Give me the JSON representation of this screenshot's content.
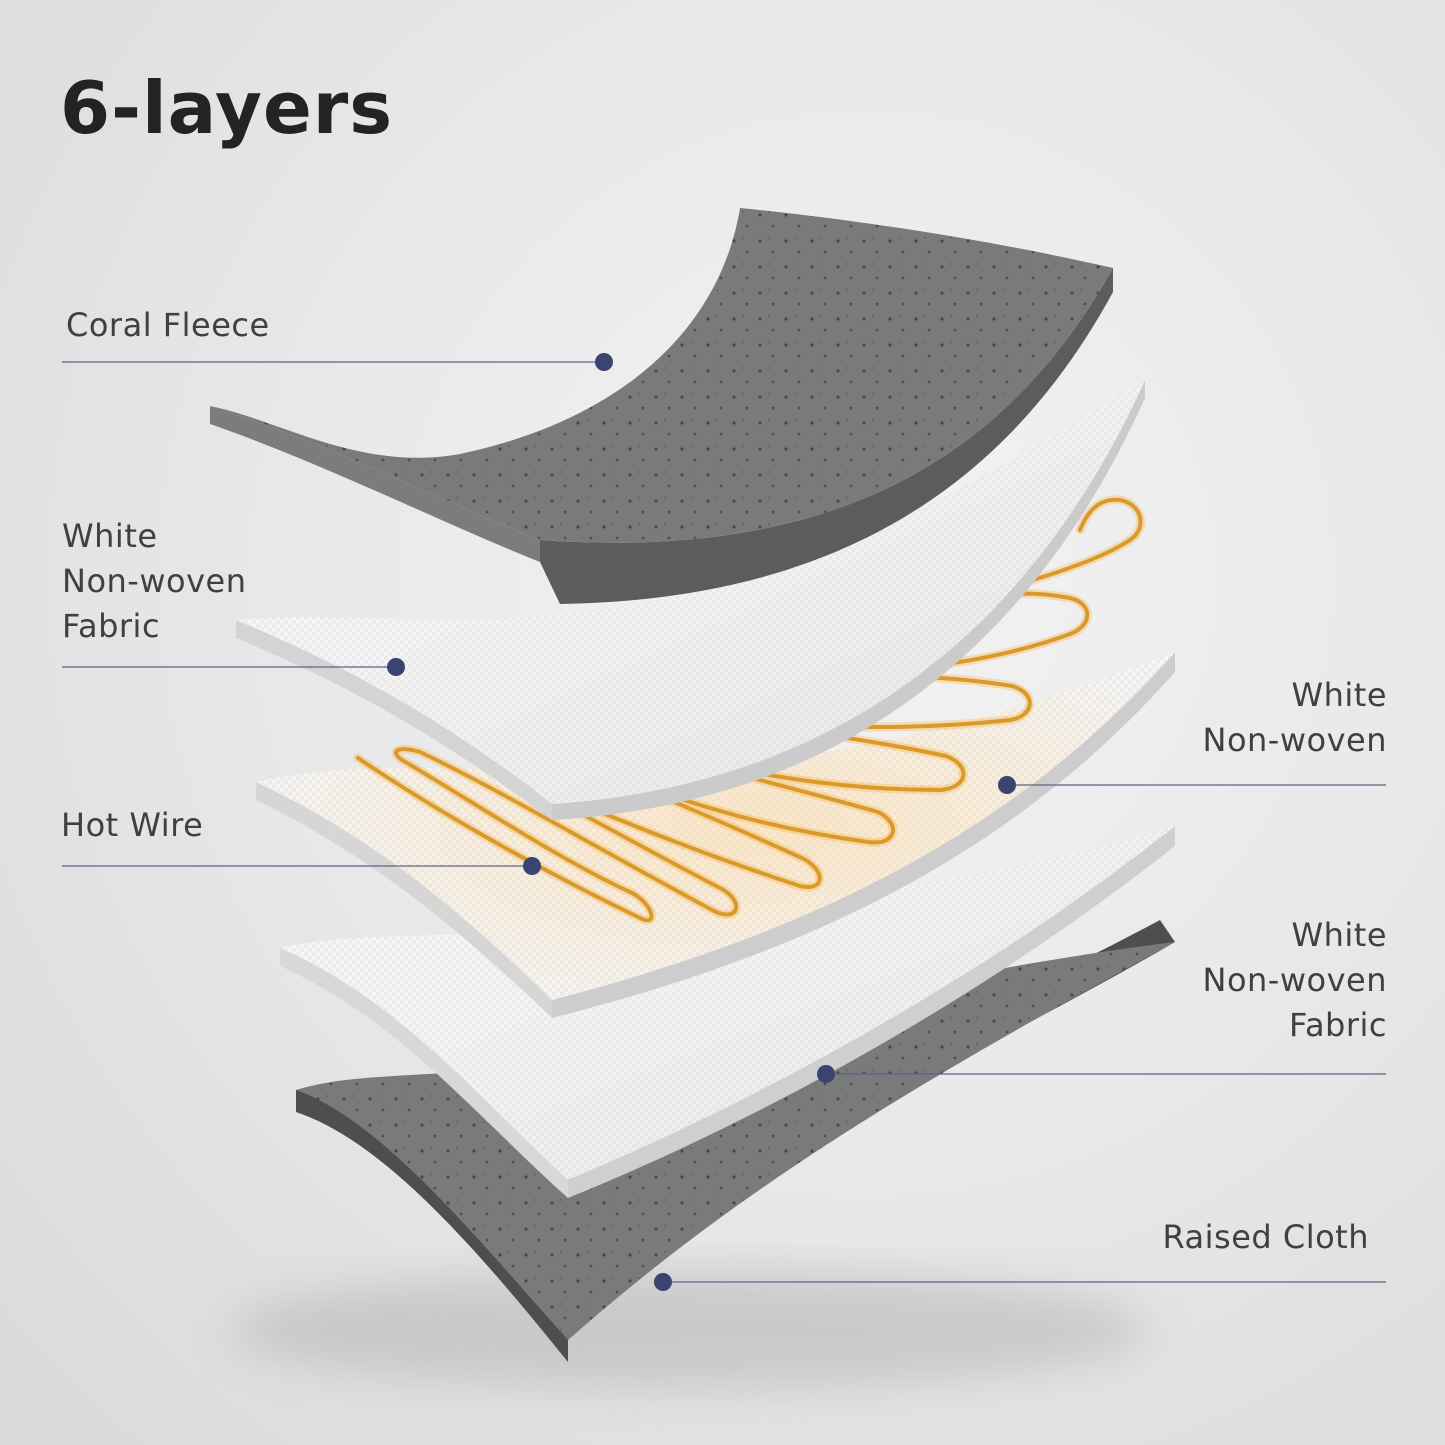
{
  "title": "6-layers",
  "colors": {
    "accent_dot": "#3a4470",
    "leader_line": "#5a6585",
    "fleece_gray": "#6e6e6e",
    "fabric_white": "#f4f4f4",
    "wire_gold": "#d99a2b"
  },
  "layers": [
    {
      "id": "coral-fleece",
      "label_lines": [
        "Coral Fleece"
      ]
    },
    {
      "id": "white-non-woven-fabric-top",
      "label_lines": [
        "White",
        "Non-woven",
        "Fabric"
      ]
    },
    {
      "id": "white-non-woven",
      "label_lines": [
        "White",
        "Non-woven"
      ]
    },
    {
      "id": "hot-wire",
      "label_lines": [
        "Hot Wire"
      ]
    },
    {
      "id": "white-non-woven-fabric-bottom",
      "label_lines": [
        "White",
        "Non-woven",
        "Fabric"
      ]
    },
    {
      "id": "raised-cloth",
      "label_lines": [
        "Raised Cloth"
      ]
    }
  ]
}
